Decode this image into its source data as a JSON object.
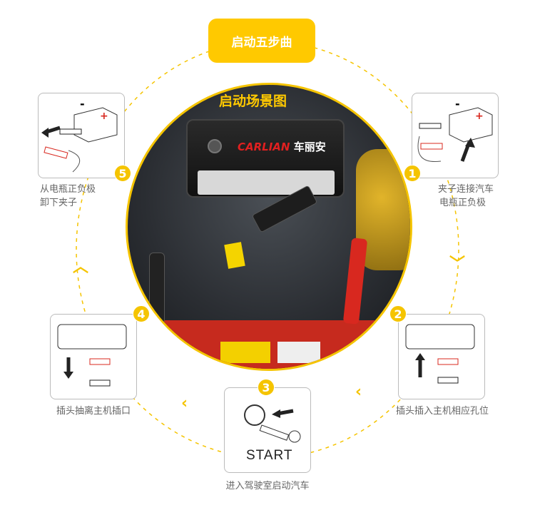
{
  "header": {
    "title": "启动五步曲"
  },
  "scene": {
    "title": "启动场景图",
    "brand_latin": "CARLIAN",
    "brand_cn": "车丽安"
  },
  "steps": [
    {
      "number": "1",
      "caption_lines": [
        "夹子连接汽车",
        "电瓶正负极"
      ]
    },
    {
      "number": "2",
      "caption_lines": [
        "插头插入主机相应孔位"
      ]
    },
    {
      "number": "3",
      "caption_lines": [
        "进入驾驶室启动汽车"
      ],
      "illustration_text": "START"
    },
    {
      "number": "4",
      "caption_lines": [
        "插头抽离主机插口"
      ]
    },
    {
      "number": "5",
      "caption_lines": [
        "从电瓶正负极",
        "卸下夹子"
      ]
    }
  ],
  "colors": {
    "accent": "#FFC900",
    "orbit": "#F5C400",
    "caption": "#666666",
    "clip_red": "#d8281f"
  }
}
